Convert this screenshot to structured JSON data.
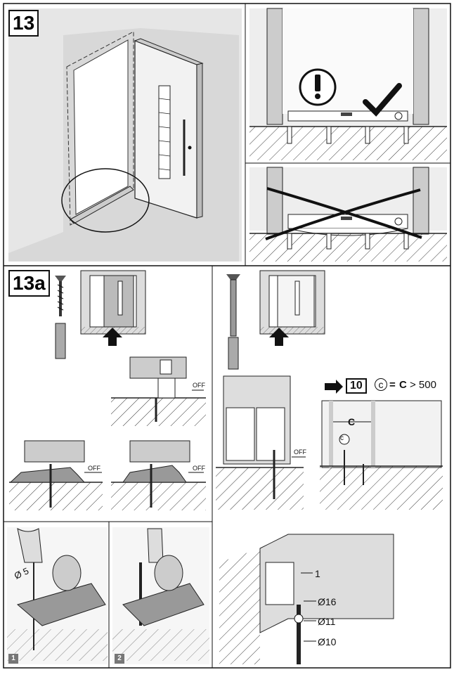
{
  "steps": {
    "main": "13",
    "sub": "13a"
  },
  "labels": {
    "off": "OFF",
    "dia_drill": "Ø 5",
    "ref_step": "10",
    "c_small": "c",
    "equals": "=",
    "c_big": "C",
    "condition": "> 500",
    "c_dim": "C",
    "d16": "Ø16",
    "d11": "Ø11",
    "d10": "Ø10",
    "d1": "1"
  },
  "panel_numbers": {
    "one": "1",
    "two": "2"
  },
  "icons": [
    "warning-icon",
    "checkmark-icon",
    "cross-icon",
    "arrow-up-icon",
    "arrow-right-icon",
    "screw-icon",
    "dowel-icon",
    "drill-icon"
  ]
}
